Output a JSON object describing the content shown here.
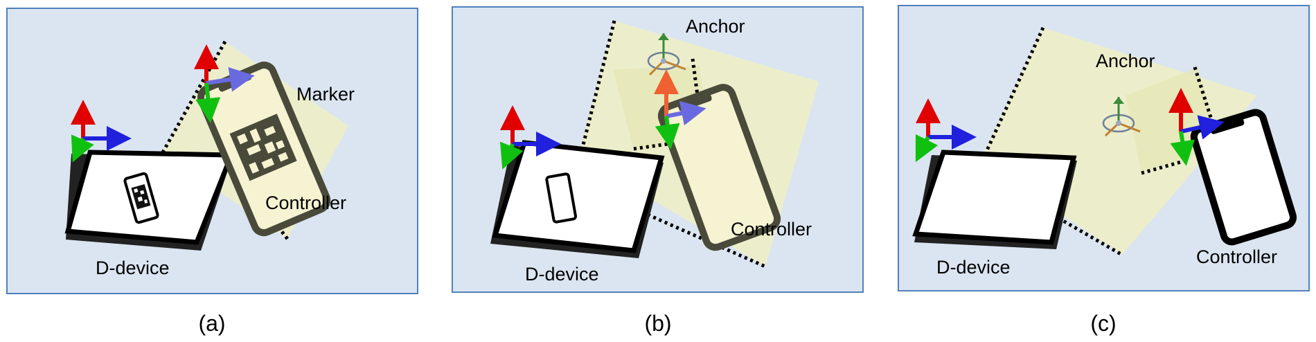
{
  "panels": [
    {
      "caption": "(a)",
      "labels": {
        "marker": "Marker",
        "controller": "Controller",
        "ddevice": "D-device"
      }
    },
    {
      "caption": "(b)",
      "labels": {
        "anchor": "Anchor",
        "controller": "Controller",
        "ddevice": "D-device"
      }
    },
    {
      "caption": "(c)",
      "labels": {
        "anchor": "Anchor",
        "controller": "Controller",
        "ddevice": "D-device"
      }
    }
  ],
  "colors": {
    "panel_bg": "#dbe5f1",
    "panel_border": "#4f81bd",
    "field_fill": "#eef0c4",
    "controller_frame": "#4a4a3a",
    "controller_screen": "#f6f3d2",
    "axis_x": "#2020dd",
    "axis_y": "#e00000",
    "axis_z": "#10c010"
  }
}
